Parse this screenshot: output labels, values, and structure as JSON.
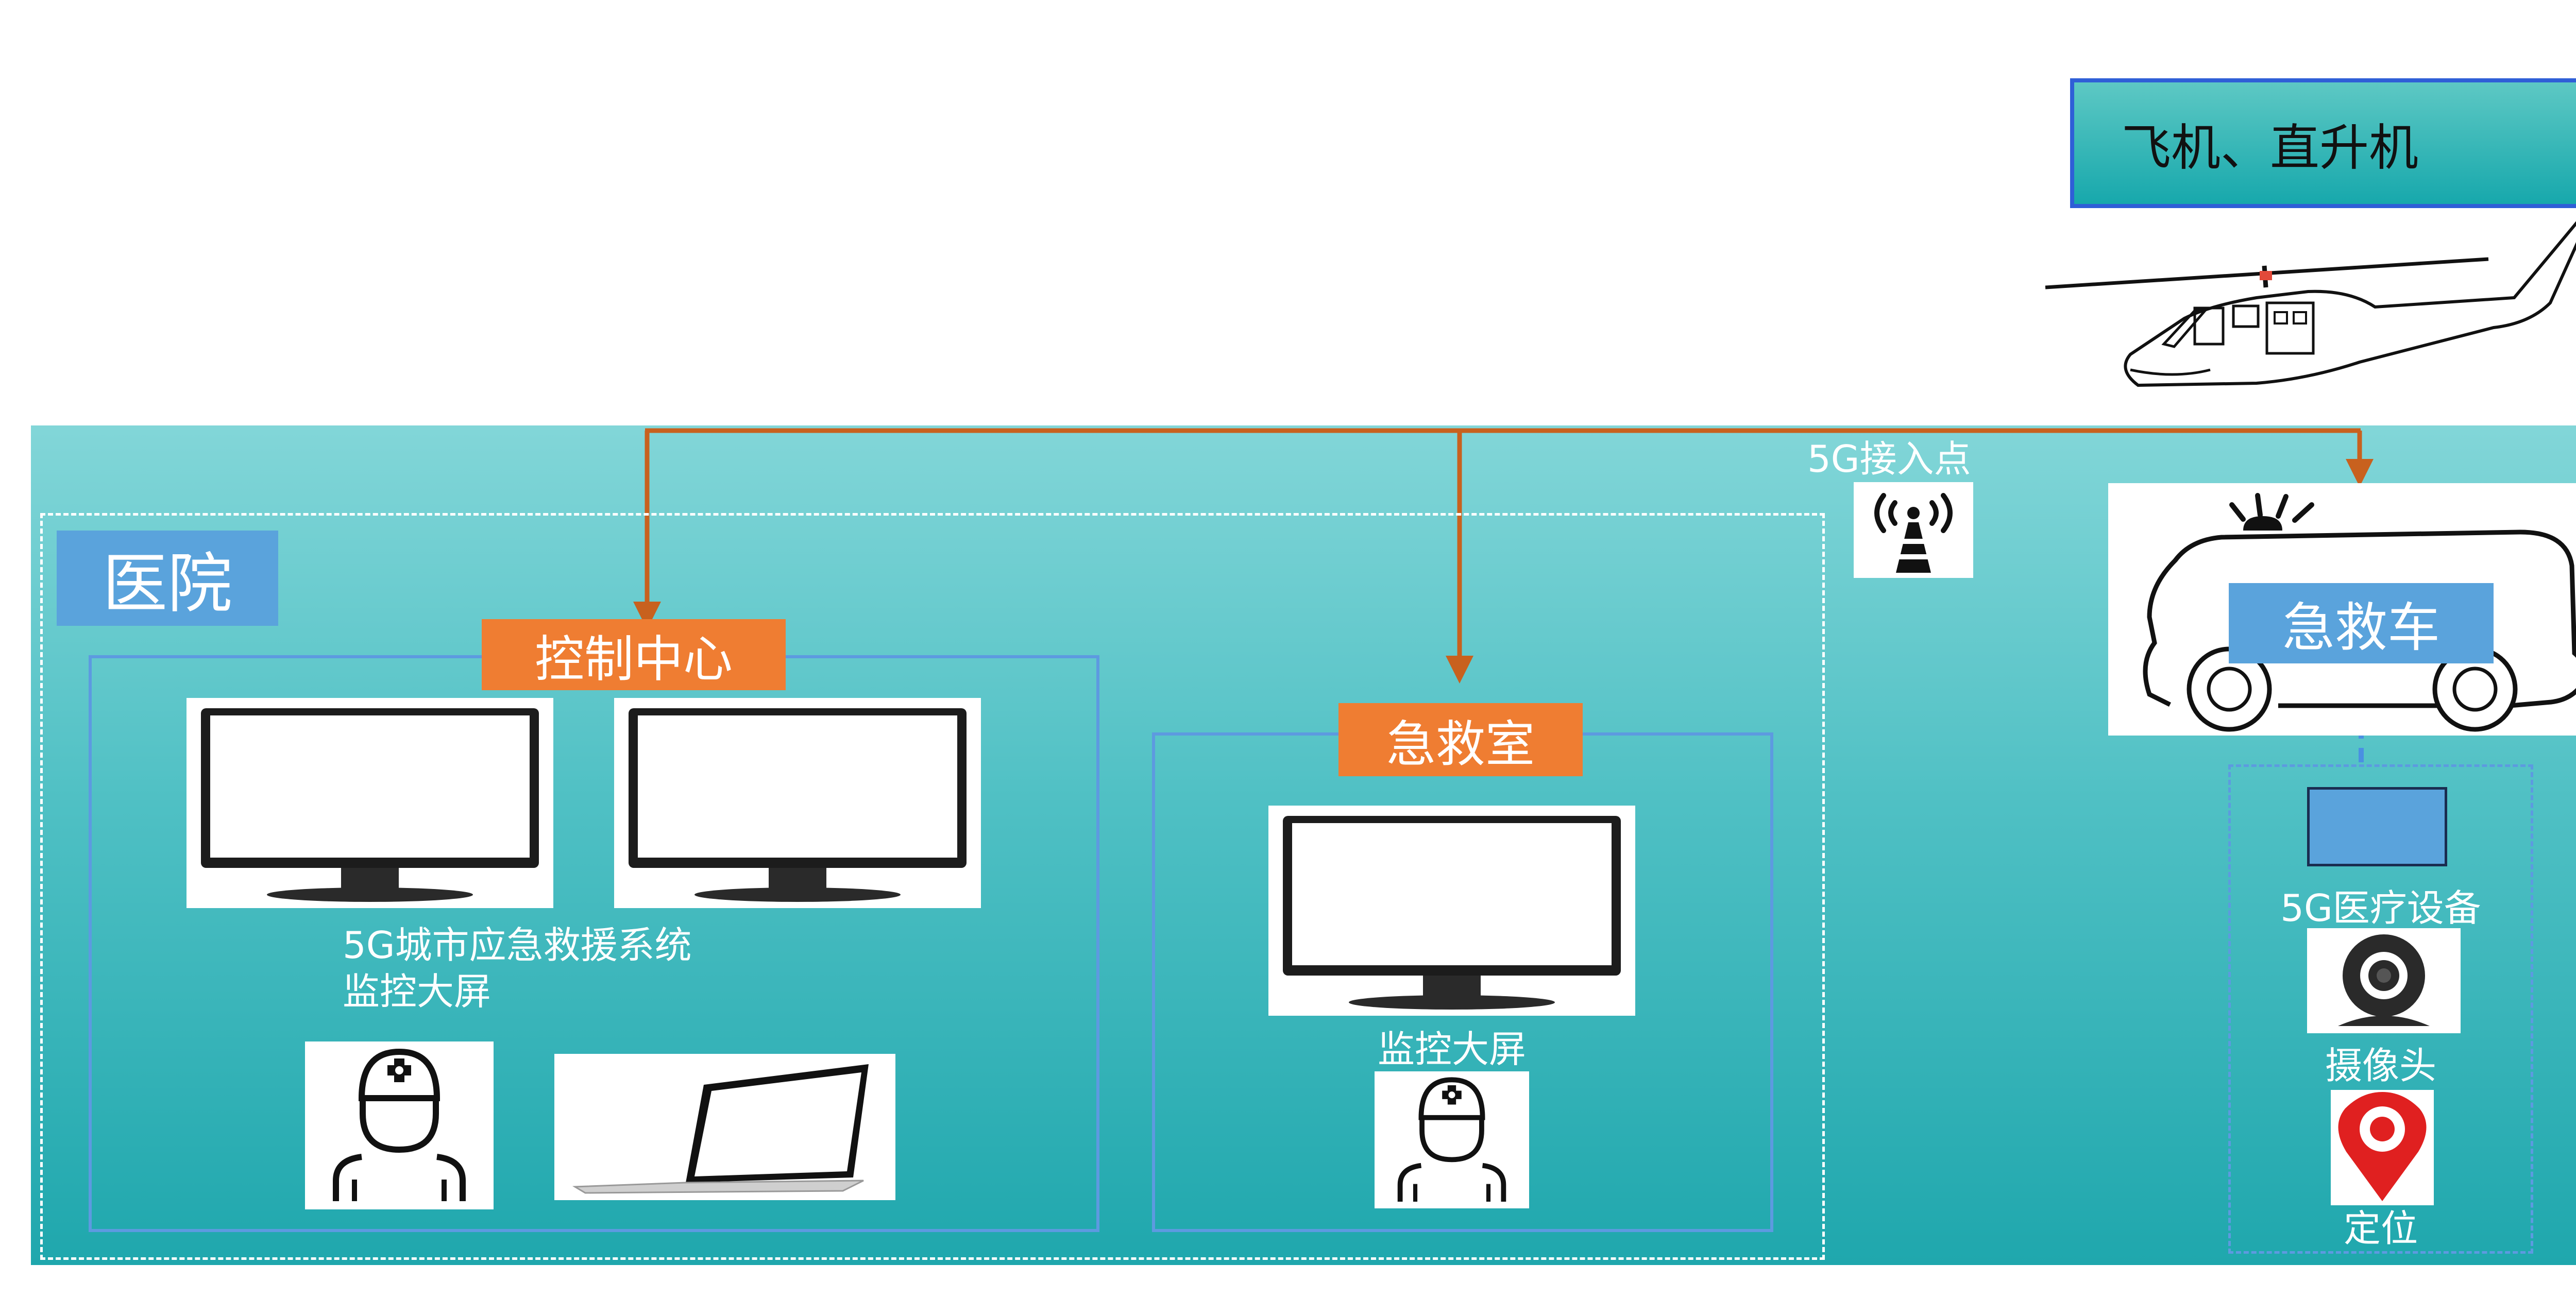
{
  "aircraft": {
    "label": "飞机、直升机"
  },
  "access_point": {
    "label": "5G接入点"
  },
  "hospital": {
    "label": "医院",
    "control_center": {
      "label": "控制中心",
      "screen_caption": "5G城市应急救援系统\n监控大屏"
    },
    "emergency_room": {
      "label": "急救室",
      "screen_caption": "监控大屏"
    }
  },
  "ambulance": {
    "label": "急救车",
    "devices": [
      {
        "label": "5G医疗设备",
        "icon": "medical-device-icon"
      },
      {
        "label": "摄像头",
        "icon": "camera-icon"
      },
      {
        "label": "定位",
        "icon": "location-pin-icon"
      }
    ]
  },
  "colors": {
    "accent_orange": "#ef7d32",
    "connector_line": "#c8611e",
    "label_blue": "#5aa3dc",
    "box_border_blue": "#5d9ae0",
    "band_teal": "#1fa7ad",
    "pin_red": "#e02020"
  }
}
